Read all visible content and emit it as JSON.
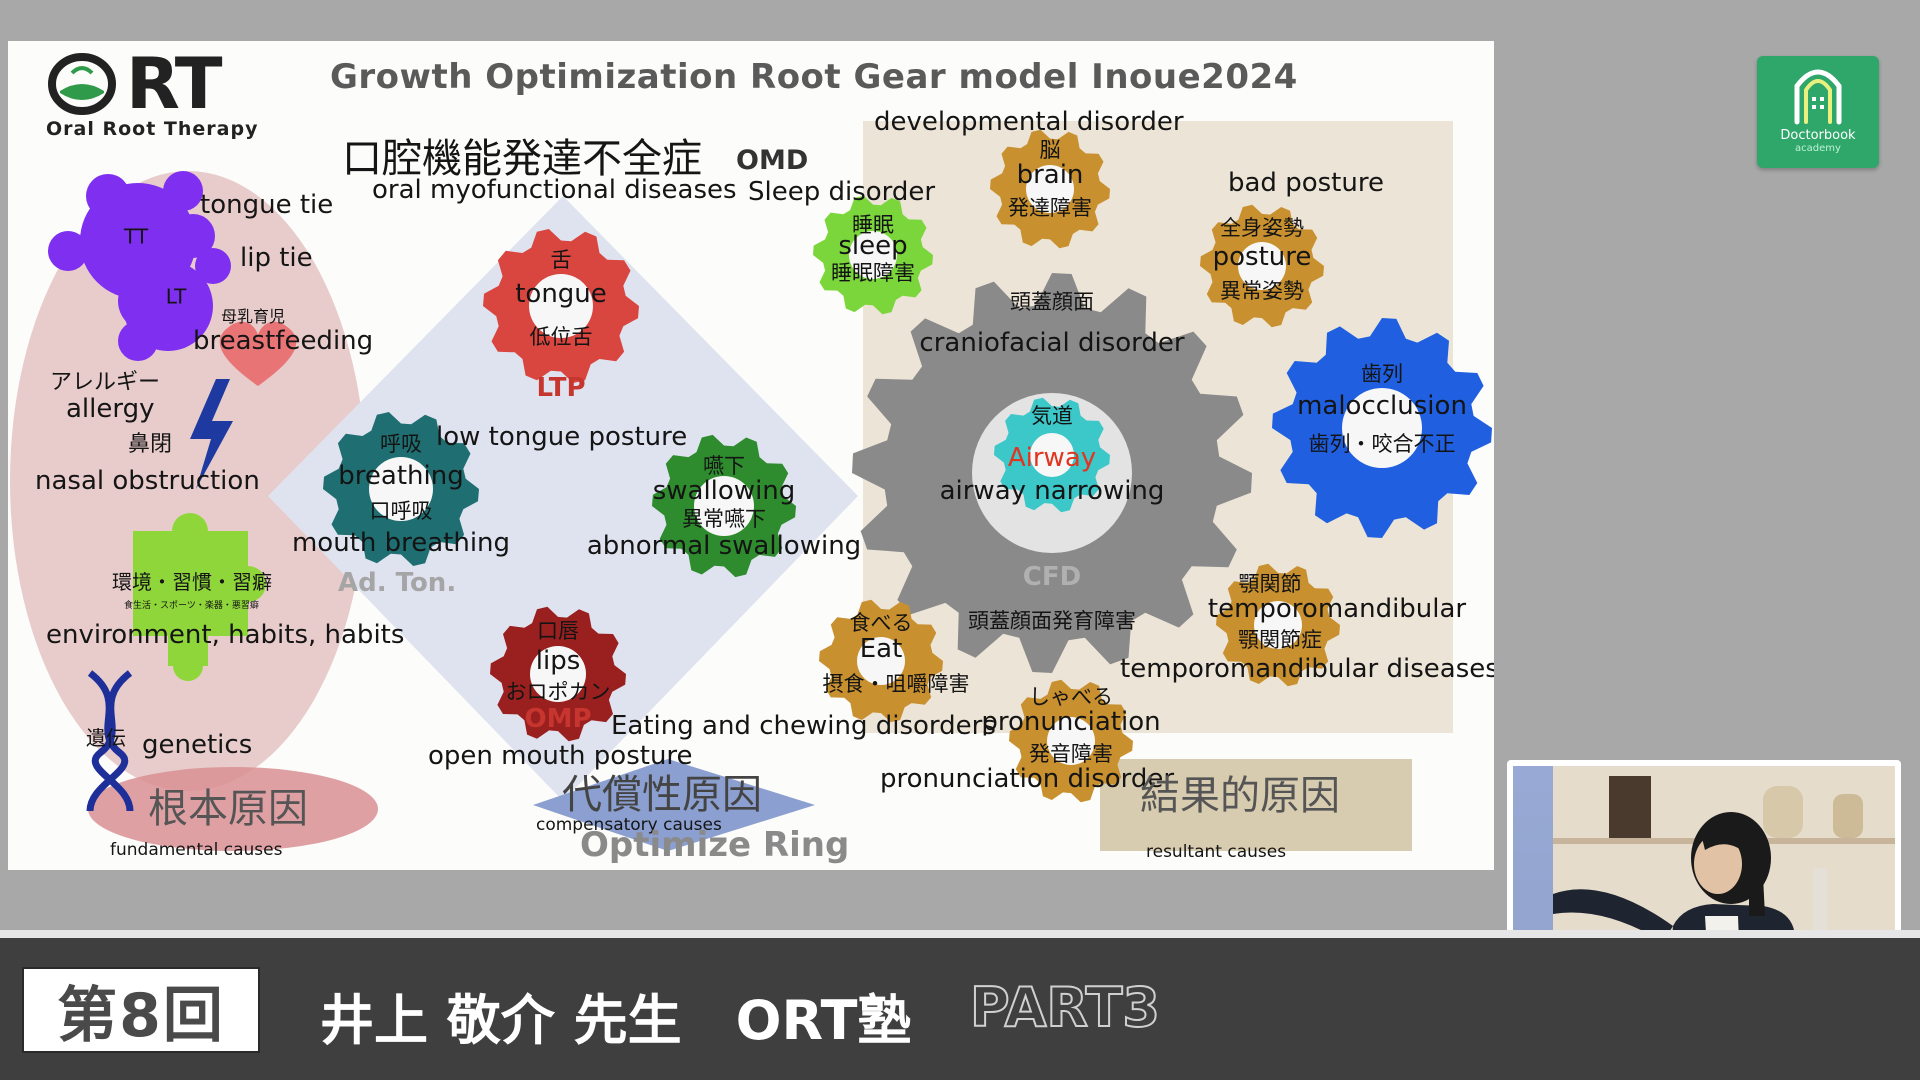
{
  "slide": {
    "title": "Growth Optimization   Root Gear model Inoue2024",
    "logo": {
      "wordmark": "RT",
      "subtitle": "Oral Root Therapy"
    },
    "omd": {
      "heading_ja": "口腔機能発達不全症",
      "heading_abbr": "OMD",
      "heading_en": "oral myofunctional diseases"
    },
    "left_causes": {
      "tongue_tie": "tongue tie",
      "tt_abbr": "TT",
      "lip_tie": "lip tie",
      "lt_abbr": "LT",
      "breastfeeding_ja": "母乳育児",
      "breastfeeding_en": "breastfeeding",
      "allergy_ja": "アレルギー",
      "allergy_en": "allergy",
      "nasal_ja": "鼻閉",
      "nasal_en": "nasal obstruction",
      "env_ja": "環境・習慣・習癖",
      "env_small": "食生活・スポーツ・楽器・悪習癖",
      "env_en": "environment, habits, habits",
      "genetics_ja": "遺伝",
      "genetics_en": "genetics",
      "fundamental_ja": "根本原因",
      "fundamental_en": "fundamental causes"
    },
    "ring": {
      "tongue": {
        "ja": "舌",
        "en": "tongue",
        "sub": "低位舌",
        "abbr": "LTP",
        "caption": "low tongue posture"
      },
      "breathing": {
        "ja": "呼吸",
        "en": "breathing",
        "sub": "口呼吸",
        "caption": "mouth breathing",
        "abbr": "Ad. Ton."
      },
      "swallowing": {
        "ja": "嚥下",
        "en": "swallowing",
        "sub": "異常嚥下",
        "caption": "abnormal swallowing"
      },
      "lips": {
        "ja": "口唇",
        "en": "lips",
        "sub": "おロポカン",
        "abbr": "OMP",
        "caption": "open mouth posture"
      },
      "compensatory_ja": "代償性原因",
      "compensatory_en": "compensatory causes",
      "optimize": "Optimize Ring"
    },
    "right_effects": {
      "dev": {
        "heading": "developmental disorder",
        "ja": "脳",
        "en": "brain",
        "sub": "発達障害"
      },
      "sleep": {
        "heading": "Sleep disorder",
        "ja": "睡眠",
        "en": "sleep",
        "sub": "睡眠障害"
      },
      "posture": {
        "heading": "bad posture",
        "ja": "全身姿勢",
        "en": "posture",
        "sub": "異常姿勢"
      },
      "cfd": {
        "ja": "頭蓋顔面",
        "en": "craniofacial disorder",
        "abbr": "CFD",
        "sub": "頭蓋顔面発育障害"
      },
      "airway": {
        "ja": "気道",
        "en": "Airway",
        "caption": "airway narrowing"
      },
      "malocclusion": {
        "ja": "歯列",
        "en": "malocclusion",
        "sub": "歯列・咬合不正"
      },
      "tmj": {
        "ja": "顎関節",
        "en": "temporomandibular",
        "sub": "顎関節症",
        "caption": "temporomandibular diseases"
      },
      "eat": {
        "ja": "食べる",
        "en": "Eat",
        "sub": "摂食・咀嚼障害",
        "caption": "Eating and chewing disorders"
      },
      "pron": {
        "ja": "しゃべる",
        "en": "pronunciation",
        "sub": "発音障害",
        "caption": "pronunciation disorder"
      },
      "resultant_ja": "結果的原因",
      "resultant_en": "resultant causes"
    }
  },
  "lower_bar": {
    "episode": "第8回",
    "title": "井上 敬介 先生　ORT塾",
    "part": "PART3"
  },
  "badge": {
    "label": "Doctorbook",
    "sub": "academy"
  },
  "colors": {
    "gear_red": "#d9453f",
    "gear_teal": "#1f6f72",
    "gear_green": "#2e8b2e",
    "gear_darkred": "#9a1f1f",
    "gear_lime": "#7ad63a",
    "gear_orange": "#c8902f",
    "gear_gray": "#8a8a8a",
    "gear_cyan": "#3cc7c9",
    "gear_blue": "#1f5fe0",
    "badge_green": "#2fa66a",
    "bar": "#3f3f3f"
  }
}
